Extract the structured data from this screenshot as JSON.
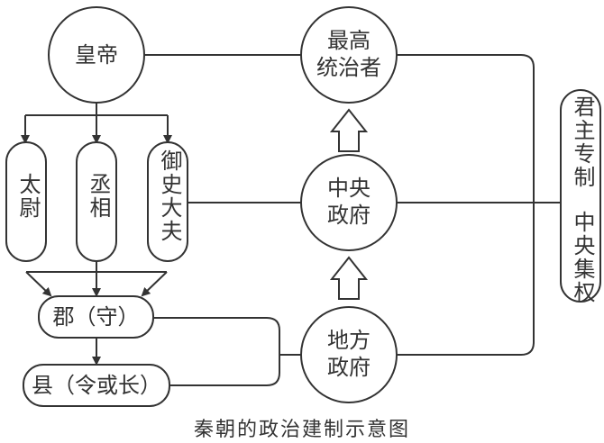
{
  "diagram": {
    "caption": "秦朝的政治建制示意图",
    "nodes": {
      "emperor": "皇帝",
      "taiwei": "太尉",
      "chengxiang": "丞相",
      "yushidafu": "御史大夫",
      "jun": "郡（守）",
      "xian": "县（令或长）",
      "supreme_ruler": "最高统治者",
      "supreme_ruler_line1": "最高",
      "supreme_ruler_line2": "统治者",
      "central_gov_line1": "中央",
      "central_gov_line2": "政府",
      "local_gov_line1": "地方",
      "local_gov_line2": "政府",
      "summary_part1": "君主专制",
      "summary_part2": "中央集权"
    }
  }
}
